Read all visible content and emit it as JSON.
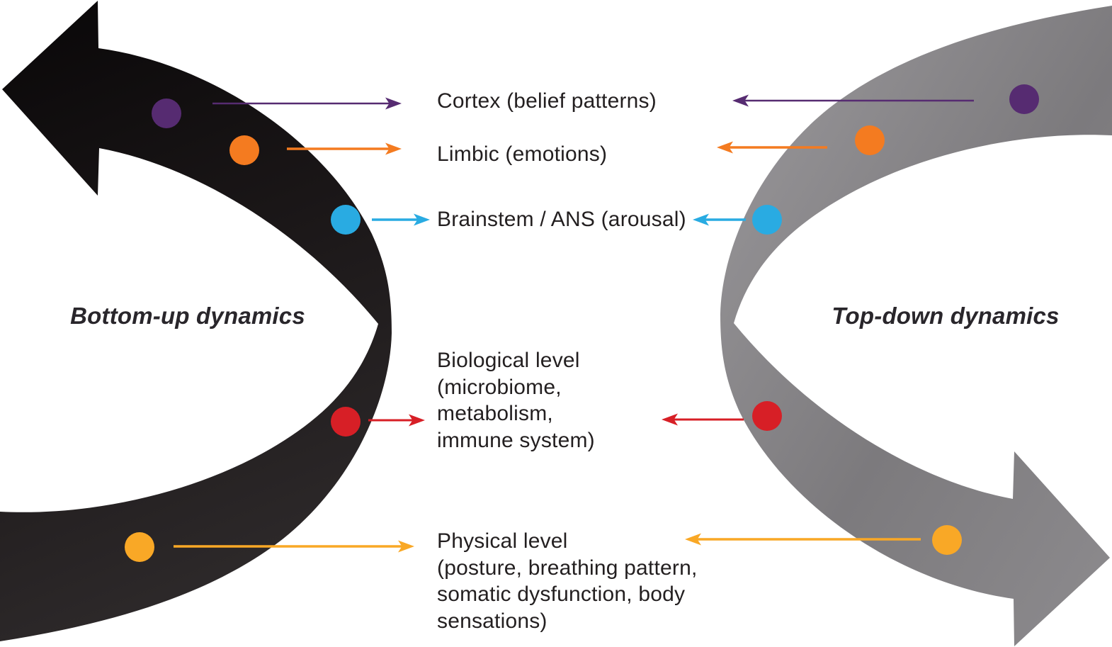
{
  "figure": {
    "left_title": "Bottom-up dynamics",
    "right_title": "Top-down dynamics",
    "labels": {
      "cortex": "Cortex (belief patterns)",
      "limbic": "Limbic (emotions)",
      "brainstem": "Brainstem / ANS (arousal)",
      "biological": "Biological level\n(microbiome,\nmetabolism,\nimmune system)",
      "physical": "Physical level\n(posture, breathing pattern,\nsomatic dysfunction, body\nsensations)"
    },
    "colors": {
      "cortex": "#562b71",
      "limbic": "#f47b20",
      "brainstem": "#29abe2",
      "biological": "#d71f26",
      "physical": "#f9a826",
      "text": "#231f20",
      "black_arrow": "#1b1718",
      "gray_arrow": "#807e81"
    }
  }
}
